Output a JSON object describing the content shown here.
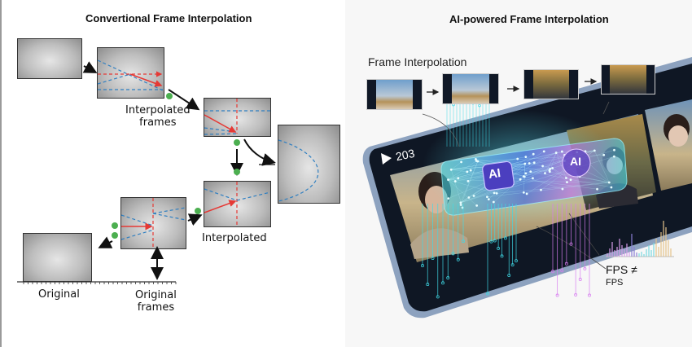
{
  "left_panel": {
    "title": "Convertional Frame Interpolation",
    "labels": {
      "interpolated_frames_1": "Interpolated",
      "interpolated_frames_2": "frames",
      "interpolated": "Interpolated",
      "original": "Original",
      "original_frames_1": "Original",
      "original_frames_2": "frames"
    },
    "colors": {
      "motion_vector": "#e53935",
      "guide_line": "#2f7fc1",
      "marker": "#4caf50",
      "arrow": "#111111"
    }
  },
  "right_panel": {
    "title": "AI-powered Frame Interpolation",
    "subtitle": "Frame Interpolation",
    "player": {
      "play_icon": "play-icon",
      "frame_counter": "203"
    },
    "ai_badges": [
      "AI",
      "AI"
    ],
    "fps_label_line1": "FPS ≠",
    "fps_label_line2": "FPS",
    "colors": {
      "device_bezel": "#0f1724",
      "device_frame": "#8da2bf",
      "cyan": "#3fd9e6",
      "magenta": "#d77bf0",
      "violet": "#7b4de0"
    }
  }
}
